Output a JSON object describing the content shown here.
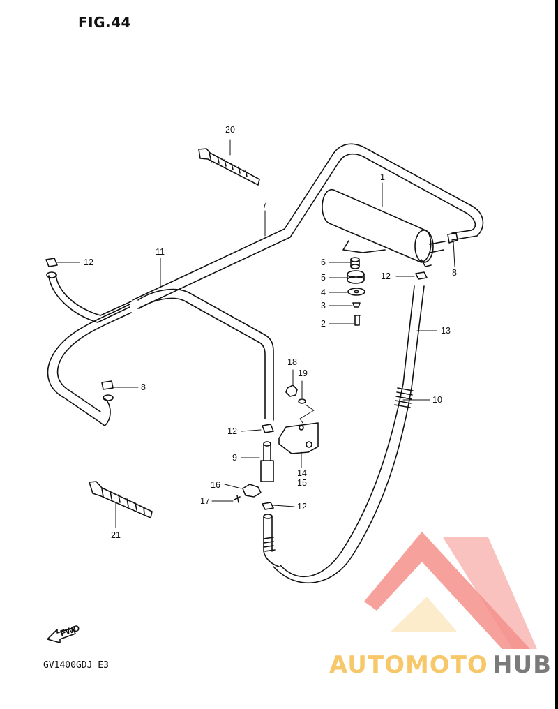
{
  "figure": {
    "title": "FIG.44",
    "model_code": "GV1400GDJ  E3"
  },
  "parts": [
    {
      "id": "p1",
      "label": "1"
    },
    {
      "id": "p2",
      "label": "2"
    },
    {
      "id": "p3",
      "label": "3"
    },
    {
      "id": "p4",
      "label": "4"
    },
    {
      "id": "p5",
      "label": "5"
    },
    {
      "id": "p6",
      "label": "6"
    },
    {
      "id": "p7",
      "label": "7"
    },
    {
      "id": "p8a",
      "label": "8"
    },
    {
      "id": "p8b",
      "label": "8"
    },
    {
      "id": "p9",
      "label": "9"
    },
    {
      "id": "p10",
      "label": "10"
    },
    {
      "id": "p11",
      "label": "11"
    },
    {
      "id": "p12a",
      "label": "12"
    },
    {
      "id": "p12b",
      "label": "12"
    },
    {
      "id": "p12c",
      "label": "12"
    },
    {
      "id": "p12d",
      "label": "12"
    },
    {
      "id": "p13",
      "label": "13"
    },
    {
      "id": "p14",
      "label": "14"
    },
    {
      "id": "p15",
      "label": "15"
    },
    {
      "id": "p16",
      "label": "16"
    },
    {
      "id": "p17",
      "label": "17"
    },
    {
      "id": "p18",
      "label": "18"
    },
    {
      "id": "p19",
      "label": "19"
    },
    {
      "id": "p20",
      "label": "20"
    },
    {
      "id": "p21",
      "label": "21"
    }
  ],
  "fwd_arrow": {
    "label": "FWD"
  },
  "watermark": {
    "part1": "AUTOMOTO",
    "part2": "HUB",
    "color_primary": "#f4908a",
    "color_secondary": "#f7c86a",
    "color_dark": "#7a7a7a"
  }
}
